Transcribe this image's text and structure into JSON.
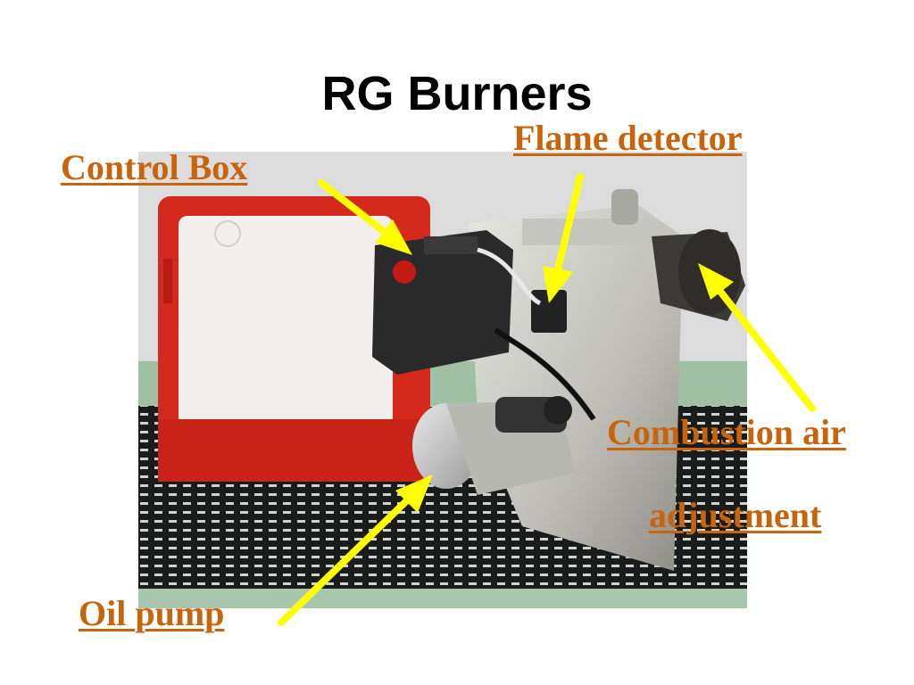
{
  "slide": {
    "title": "RG Burners"
  },
  "labels": {
    "control_box": "Control Box",
    "flame_detector": "Flame detector",
    "combustion_air_line1": "Combustion air",
    "combustion_air_line2": "adjustment",
    "oil_pump": "Oil pump"
  },
  "colors": {
    "label_text": "#c8640c",
    "arrow": "#ffff00",
    "burner_housing": "#d42a1e",
    "background_wall": "#dcdcdc"
  }
}
